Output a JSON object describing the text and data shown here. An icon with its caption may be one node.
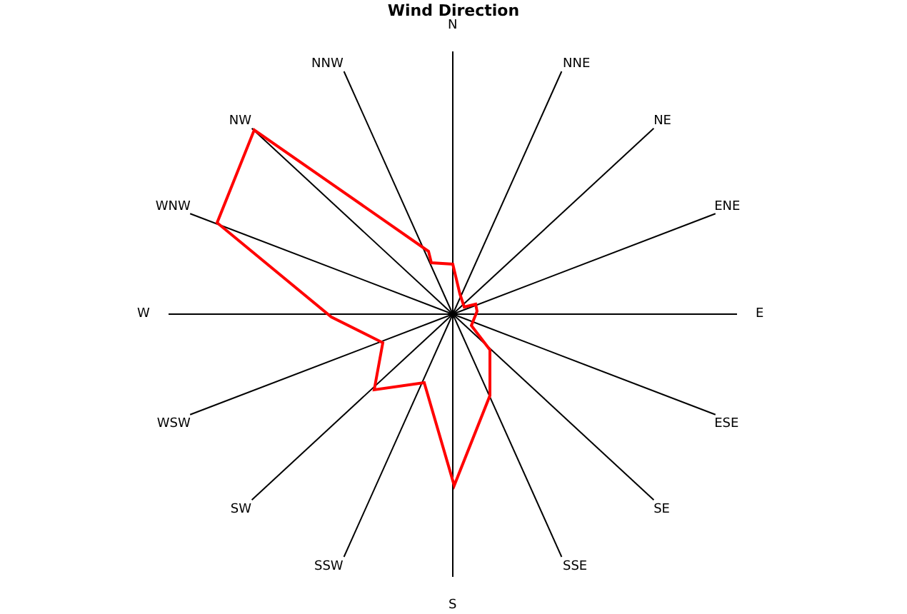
{
  "diagram": {
    "title": "Wind Direction",
    "labels": [
      "N",
      "NNE",
      "NE",
      "ENE",
      "E",
      "ESE",
      "SE",
      "SSE",
      "S",
      "SSW",
      "SW",
      "WSW",
      "W",
      "WNW",
      "NW",
      "NNW"
    ]
  }
}
